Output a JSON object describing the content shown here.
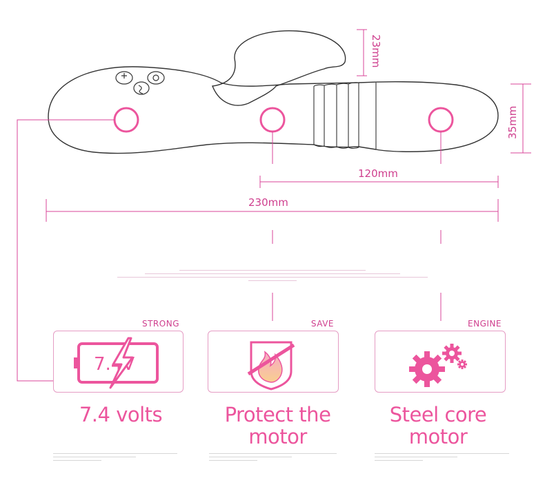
{
  "dimensions": {
    "head_height": "23mm",
    "diameter": "35mm",
    "shaft_length": "120mm",
    "total_length": "230mm"
  },
  "features": [
    {
      "caption": "STRONG",
      "title": "7.4 volts",
      "icon": "battery-bolt-icon",
      "badge": "7.4V"
    },
    {
      "caption": "SAVE",
      "title": "Protect the motor",
      "icon": "flame-shield-icon"
    },
    {
      "caption": "ENGINE",
      "title": "Steel core motor",
      "icon": "gears-icon"
    }
  ],
  "colors": {
    "accent": "#ec559d",
    "line": "#d9459a",
    "card_border": "#e59cc4",
    "outline": "#333333"
  }
}
